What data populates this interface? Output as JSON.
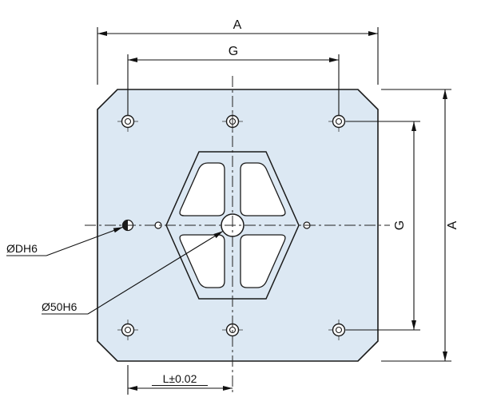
{
  "drawing": {
    "labels": {
      "dim_width_top": "A",
      "dim_bolt_span_top": "G",
      "dim_height_right": "A",
      "dim_bolt_span_right": "G",
      "dim_offset_bottom": "L±0.02",
      "callout_dowel_hole": "ØDH6",
      "callout_center_bore": "Ø50H6"
    },
    "colors": {
      "plate_fill": "#dce8f3",
      "line": "#1a1a1a"
    }
  }
}
